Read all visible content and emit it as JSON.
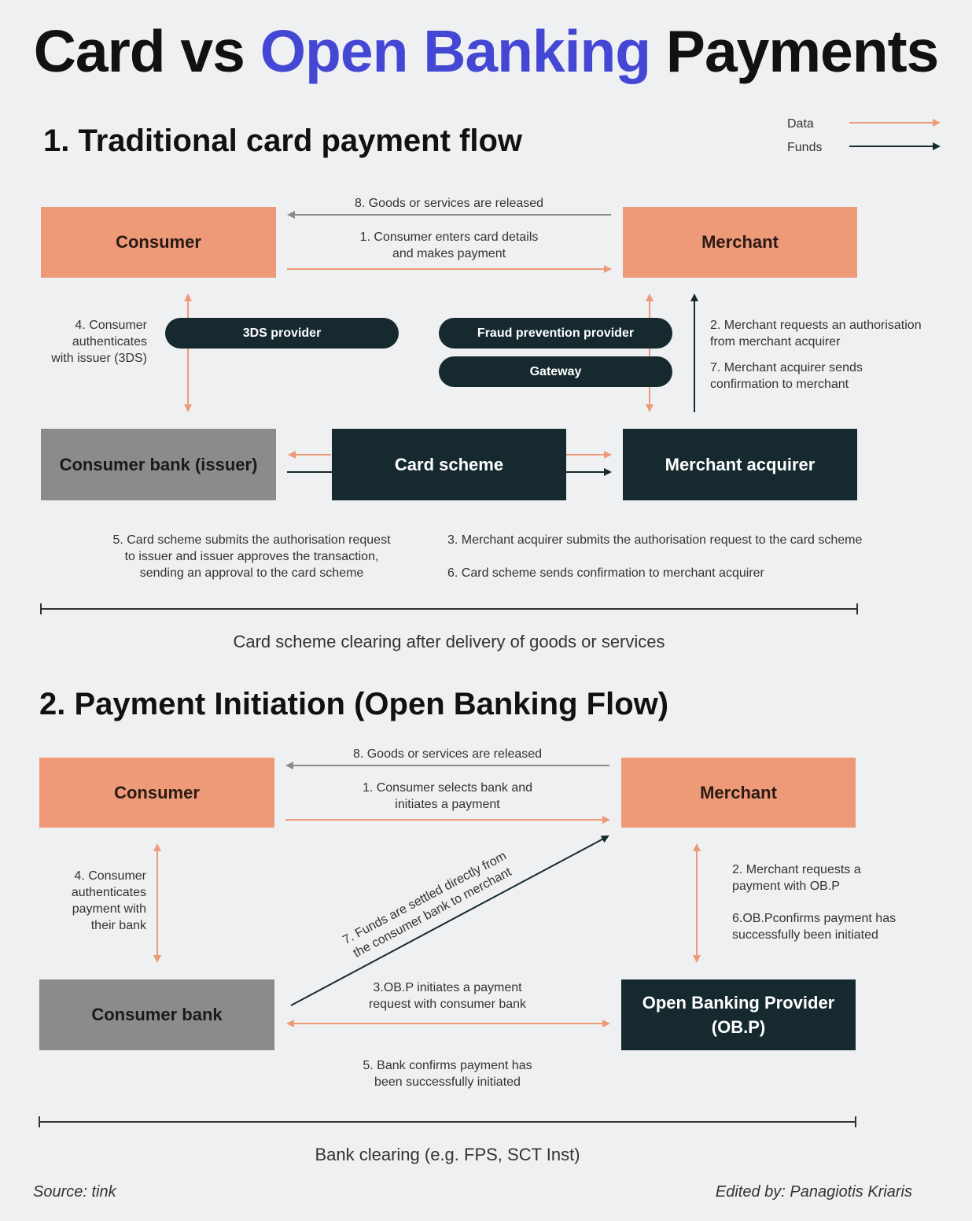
{
  "title": {
    "part1": "Card vs",
    "part2": "Open Banking",
    "part3": "Payments"
  },
  "colors": {
    "data": "#ee9a78",
    "funds": "#15292e",
    "accent": "#4447d4"
  },
  "legend": {
    "data": "Data",
    "funds": "Funds"
  },
  "card_flow": {
    "heading": "1. Traditional card payment flow",
    "nodes": {
      "consumer": "Consumer",
      "merchant": "Merchant",
      "issuer": "Consumer bank (issuer)",
      "scheme": "Card scheme",
      "acquirer": "Merchant acquirer"
    },
    "pills": {
      "threeds": "3DS provider",
      "fraud": "Fraud prevention provider",
      "gateway": "Gateway"
    },
    "steps": {
      "s8": "8. Goods or services are released",
      "s1a": "1. Consumer enters card details",
      "s1b": "and makes payment",
      "s4a": "4. Consumer",
      "s4b": "authenticates",
      "s4c": "with issuer (3DS)",
      "s2a": "2. Merchant requests an authorisation",
      "s2b": "from merchant acquirer",
      "s7a": "7. Merchant acquirer sends",
      "s7b": "confirmation to merchant",
      "s5a": "5. Card scheme submits the authorisation request",
      "s5b": "to issuer and issuer approves the transaction,",
      "s5c": "sending an approval to the card scheme",
      "s3": "3. Merchant acquirer submits the authorisation request to the card scheme",
      "s6": "6. Card scheme sends confirmation to merchant acquirer"
    },
    "clearing": "Card scheme clearing after delivery of goods or services"
  },
  "ob_flow": {
    "heading": "2. Payment Initiation (Open Banking Flow)",
    "nodes": {
      "consumer": "Consumer",
      "merchant": "Merchant",
      "bank": "Consumer bank",
      "obp_a": "Open Banking Provider",
      "obp_b": "(OB.P)"
    },
    "steps": {
      "s8": "8. Goods or services are released",
      "s1a": "1. Consumer selects bank and",
      "s1b": "initiates a payment",
      "s4a": "4. Consumer",
      "s4b": "authenticates",
      "s4c": "payment with",
      "s4d": "their bank",
      "s7a": "7. Funds are settled directly from",
      "s7b": "the consumer bank to merchant",
      "s2a": "2. Merchant requests a",
      "s2b": "payment with OB.P",
      "s6a": "6.OB.Pconfirms payment has",
      "s6b": "successfully been initiated",
      "s3a": "3.OB.P initiates a payment",
      "s3b": "request with consumer bank",
      "s5a": "5. Bank confirms payment has",
      "s5b": "been successfully initiated"
    },
    "clearing": "Bank clearing (e.g. FPS, SCT Inst)"
  },
  "footer": {
    "source": "Source: tink",
    "editor": "Edited by: Panagiotis Kriaris"
  }
}
